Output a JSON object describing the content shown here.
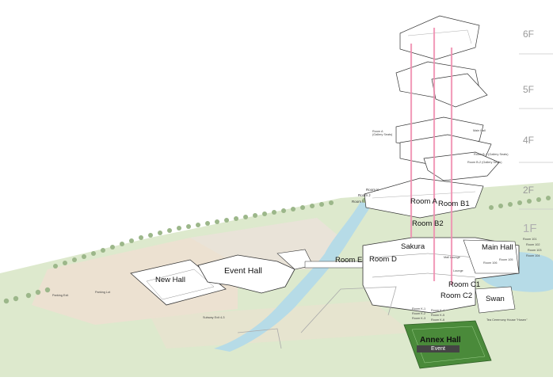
{
  "floors": [
    "6F",
    "5F",
    "4F",
    "2F",
    "1F"
  ],
  "rooms_1f": {
    "room_a": "Room A",
    "room_b1": "Room B1",
    "room_b2": "Room B2",
    "sakura": "Sakura",
    "main_hall": "Main Hall",
    "room_e": "Room E",
    "room_d": "Room D",
    "room_c1": "Room C1",
    "room_c2": "Room C2",
    "swan": "Swan",
    "event_hall": "Event Hall",
    "new_hall": "New Hall",
    "annex_hall": "Annex Hall",
    "event_badge": "Event"
  },
  "small_labels": {
    "room_k": "Room K",
    "room_j": "Room J",
    "room_i": "Room I",
    "room_a_gallery": "Room A\n(Gallery Seats)",
    "main_hall_upper": "Main Hall",
    "room_b1_gallery": "Room B-1 (Gallery Seats)",
    "room_b2_gallery": "Room B-2 (Gallery Seats)",
    "parking_exit": "Parking Exit",
    "parking_lot": "Parking Lot",
    "subway_exit": "Subway Exit 4-3",
    "mall_lounge": "Mall Lounge",
    "lounge": "Lounge",
    "tea_house": "Tea Ceremony House \"Hosen\"",
    "room_101": "Room 101",
    "room_102": "Room 102",
    "room_103": "Room 103",
    "room_104": "Room 104",
    "room_105": "Room 105",
    "room_106": "Room 106",
    "room_k_1": "Room K-1",
    "room_k_2": "Room K-2",
    "room_k_3": "Room K-3",
    "room_k_4": "Room K-4",
    "room_k_5": "Room K-5",
    "room_k_6": "Room K-6"
  },
  "colors": {
    "grass": "#dde9cd",
    "water": "#b6dbe7",
    "path": "#ece1d1",
    "building": "#ffffff",
    "outline": "#333333",
    "elevator": "#f08fb1",
    "annex": "#4a8a3a",
    "tree": "#9cb78a"
  }
}
